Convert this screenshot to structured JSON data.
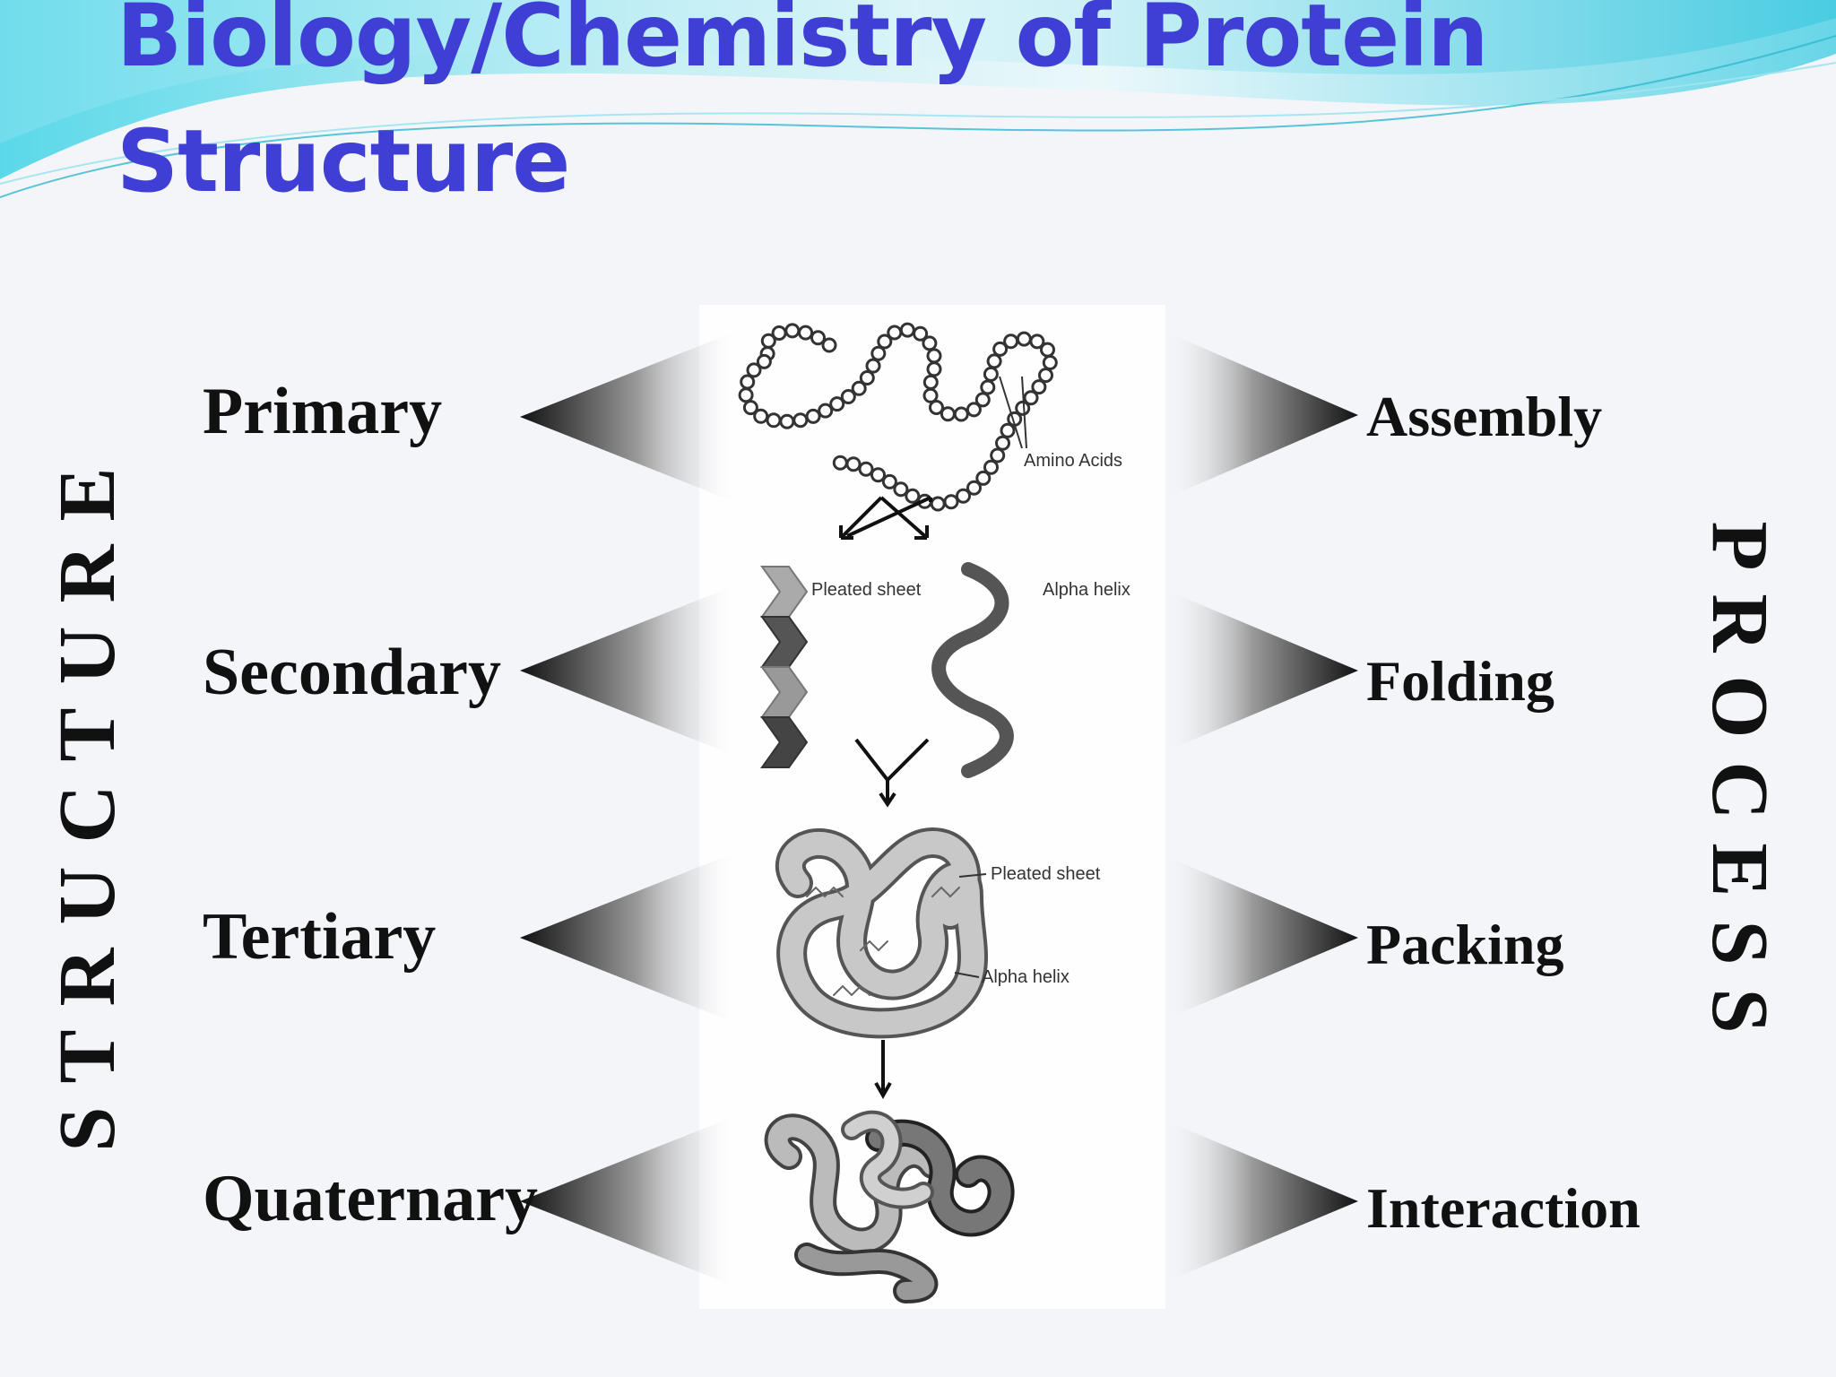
{
  "slide": {
    "title_line1": "Biology/Chemistry of Protein",
    "title_line2": "Structure",
    "left_vertical_label": "STRUCTURE",
    "right_vertical_label": "PROCESS"
  },
  "levels": [
    {
      "structure": "Primary",
      "process": "Assembly"
    },
    {
      "structure": "Secondary",
      "process": "Folding"
    },
    {
      "structure": "Tertiary",
      "process": "Packing"
    },
    {
      "structure": "Quaternary",
      "process": "Interaction"
    }
  ],
  "illustration_labels": {
    "amino_acids": "Amino Acids",
    "pleated_sheet": "Pleated sheet",
    "alpha_helix": "Alpha helix",
    "tertiary_pleated_sheet": "Pleated sheet",
    "tertiary_alpha_helix": "Alpha helix"
  },
  "colors": {
    "title": "#3f3fd6",
    "text": "#111111",
    "wave_accent": "#5fd6e8"
  }
}
